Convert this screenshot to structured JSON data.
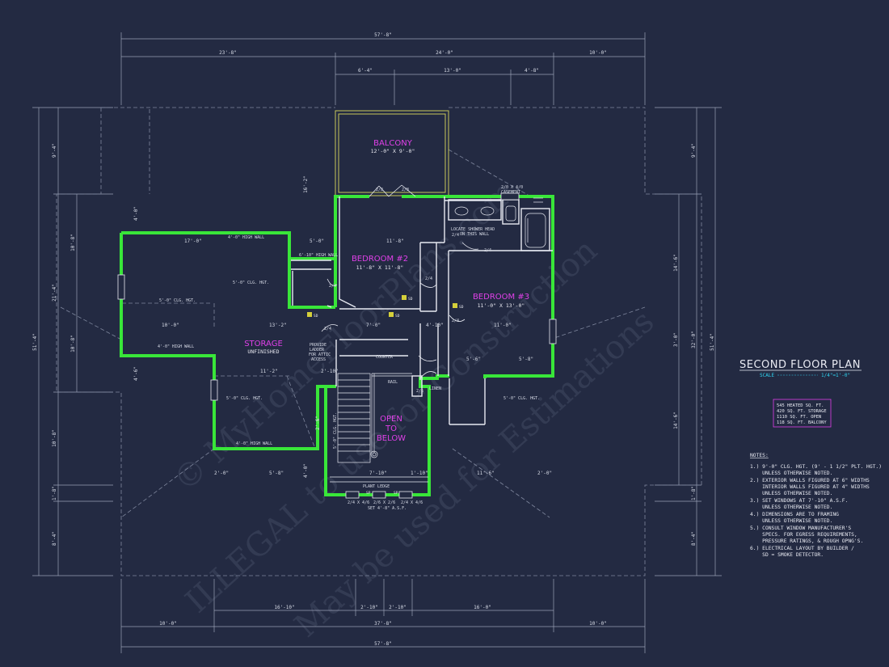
{
  "title": "SECOND FLOOR PLAN",
  "scale_label": "SCALE",
  "scale_value": "1/4\"=1'-0\"",
  "area_summary": [
    "545 HEATED SQ. FT.",
    "420 SQ. FT. STORAGE",
    "1110 SQ. FT. OPEN",
    "118 SQ. FT. BALCONY"
  ],
  "notes_heading": "NOTES:",
  "notes": [
    "1.) 9'-0\" CLG. HGT. (9' - 1 1/2\" PLT. HGT.)",
    "    UNLESS OTHERWISE NOTED.",
    "2.) EXTERIOR WALLS FIGURED AT 6\" WIDTHS",
    "    INTERIOR WALLS FIGURED AT 4\" WIDTHS",
    "    UNLESS OTHERWISE NOTED.",
    "3.) SET WINDOWS AT 7'-10\" A.S.F.",
    "    UNLESS OTHERWISE NOTED.",
    "4.) DIMENSIONS ARE TO FRAMING",
    "    UNLESS OTHERWISE NOTED.",
    "5.) CONSULT WINDOW MANUFACTURER'S",
    "    SPECS. FOR EGRESS REQUIREMENTS,",
    "    PRESSURE RATINGS, & ROUGH OPNG'S.",
    "6.) ELECTRICAL LAYOUT BY BUILDER /",
    "    SD = SMOKE DETECTOR."
  ],
  "rooms": {
    "balcony": {
      "name": "BALCONY",
      "size": "12'-0\" X 9'-0\""
    },
    "bedroom2": {
      "name": "BEDROOM #2",
      "size": "11'-8\" X 11'-8\""
    },
    "bedroom3": {
      "name": "BEDROOM #3",
      "size": "11'-0\" X 13'-0\""
    },
    "storage": {
      "name": "STORAGE",
      "sub": "UNFINISHED"
    },
    "open_l1": "OPEN",
    "open_l2": "TO",
    "open_l3": "BELOW"
  },
  "top_dims": {
    "overall": "57'-8\"",
    "left": "23'-8\"",
    "middle": "24'-0\"",
    "right": "10'-0\"",
    "sub1": "6'-4\"",
    "sub2": "13'-0\"",
    "sub3": "4'-8\""
  },
  "bottom_dims": {
    "overall": "57'-8\"",
    "mid": "37'-8\"",
    "left": "10'-0\"",
    "right": "10'-0\"",
    "a": "16'-10\"",
    "b": "2'-10\"",
    "c": "2'-10\"",
    "d": "16'-0\""
  },
  "left_dims": [
    "9'-4\"",
    "10'-8\"",
    "21'-4\"",
    "10'-8\"",
    "51'-4\"",
    "10'-8\"",
    "1'-8\"",
    "8'-4\"",
    "4'-0\"",
    "4'-6\""
  ],
  "right_dims": [
    "9'-4\"",
    "14'-6\"",
    "32'-0\"",
    "51'-4\"",
    "3'-0\"",
    "14'-6\"",
    "1'-8\"",
    "8'-4\""
  ],
  "interior_dims": [
    "17'-0\"",
    "5'-0\"",
    "11'-8\"",
    "13'-2\"",
    "10'-0\"",
    "7'-0\"",
    "4'-10\"",
    "11'-0\"",
    "11'-2\"",
    "2'-10\"",
    "5'-6\"",
    "5'-8\"",
    "2'-0\"",
    "5'-8\"",
    "7'-10\"",
    "1'-10\"",
    "11'-6\"",
    "2'-0\"",
    "16'-2\"",
    "4'-0\"",
    "2'-6\""
  ],
  "annotations": {
    "wall_4ft_a": "4'-0\" HIGH WALL",
    "wall_4ft_b": "4'-0\" HIGH WALL",
    "wall_4ft_c": "4'-0\" HIGH WALL",
    "wall_6ft": "6'-10\" HIGH WALL",
    "clg_a": "5'-0\" CLG. HGT.",
    "clg_b": "5'-0\" CLG. HGT.",
    "clg_c": "5'-0\" CLG. HGT.",
    "clg_d": "5'-0\" CLG. HGT.",
    "clg_e": "5'-0\" CLG. HGT.",
    "ladder_1": "PROVIDE",
    "ladder_2": "LADDER",
    "ladder_3": "FOR ATTIC",
    "ladder_4": "ACCESS",
    "shower_1": "LOCATE SHOWER HEAD",
    "shower_2": "ON THIS WALL",
    "counter": "COUNTER",
    "rail": "RAIL",
    "linen": "LINEN",
    "plant_ledge": "PLANT LEDGE",
    "casement_1": "2/0 X 4/0",
    "casement_2": "CASEMENT",
    "set_height": "SET 4'-8\" A.S.F.",
    "win_a": "2/4 X 4/6",
    "win_b": "2/6 X 2/6",
    "win_c": "2/4 X 4/6",
    "door_24": "2/4",
    "door_28": "2/8",
    "door_26": "2/6",
    "sd": "SD",
    "sp": "SP"
  },
  "watermarks": [
    "© MyHomeFloorPlans.com",
    "ILLEGAL to use for Construction",
    "May be used for Estimations"
  ],
  "colors": {
    "background": "#232a42",
    "exterior_wall": "#39e639",
    "room_label": "#e040e8",
    "scale_text": "#2fd4f0",
    "balcony_outline": "#c8c85a",
    "smoke_detector": "#d4cf3a"
  }
}
